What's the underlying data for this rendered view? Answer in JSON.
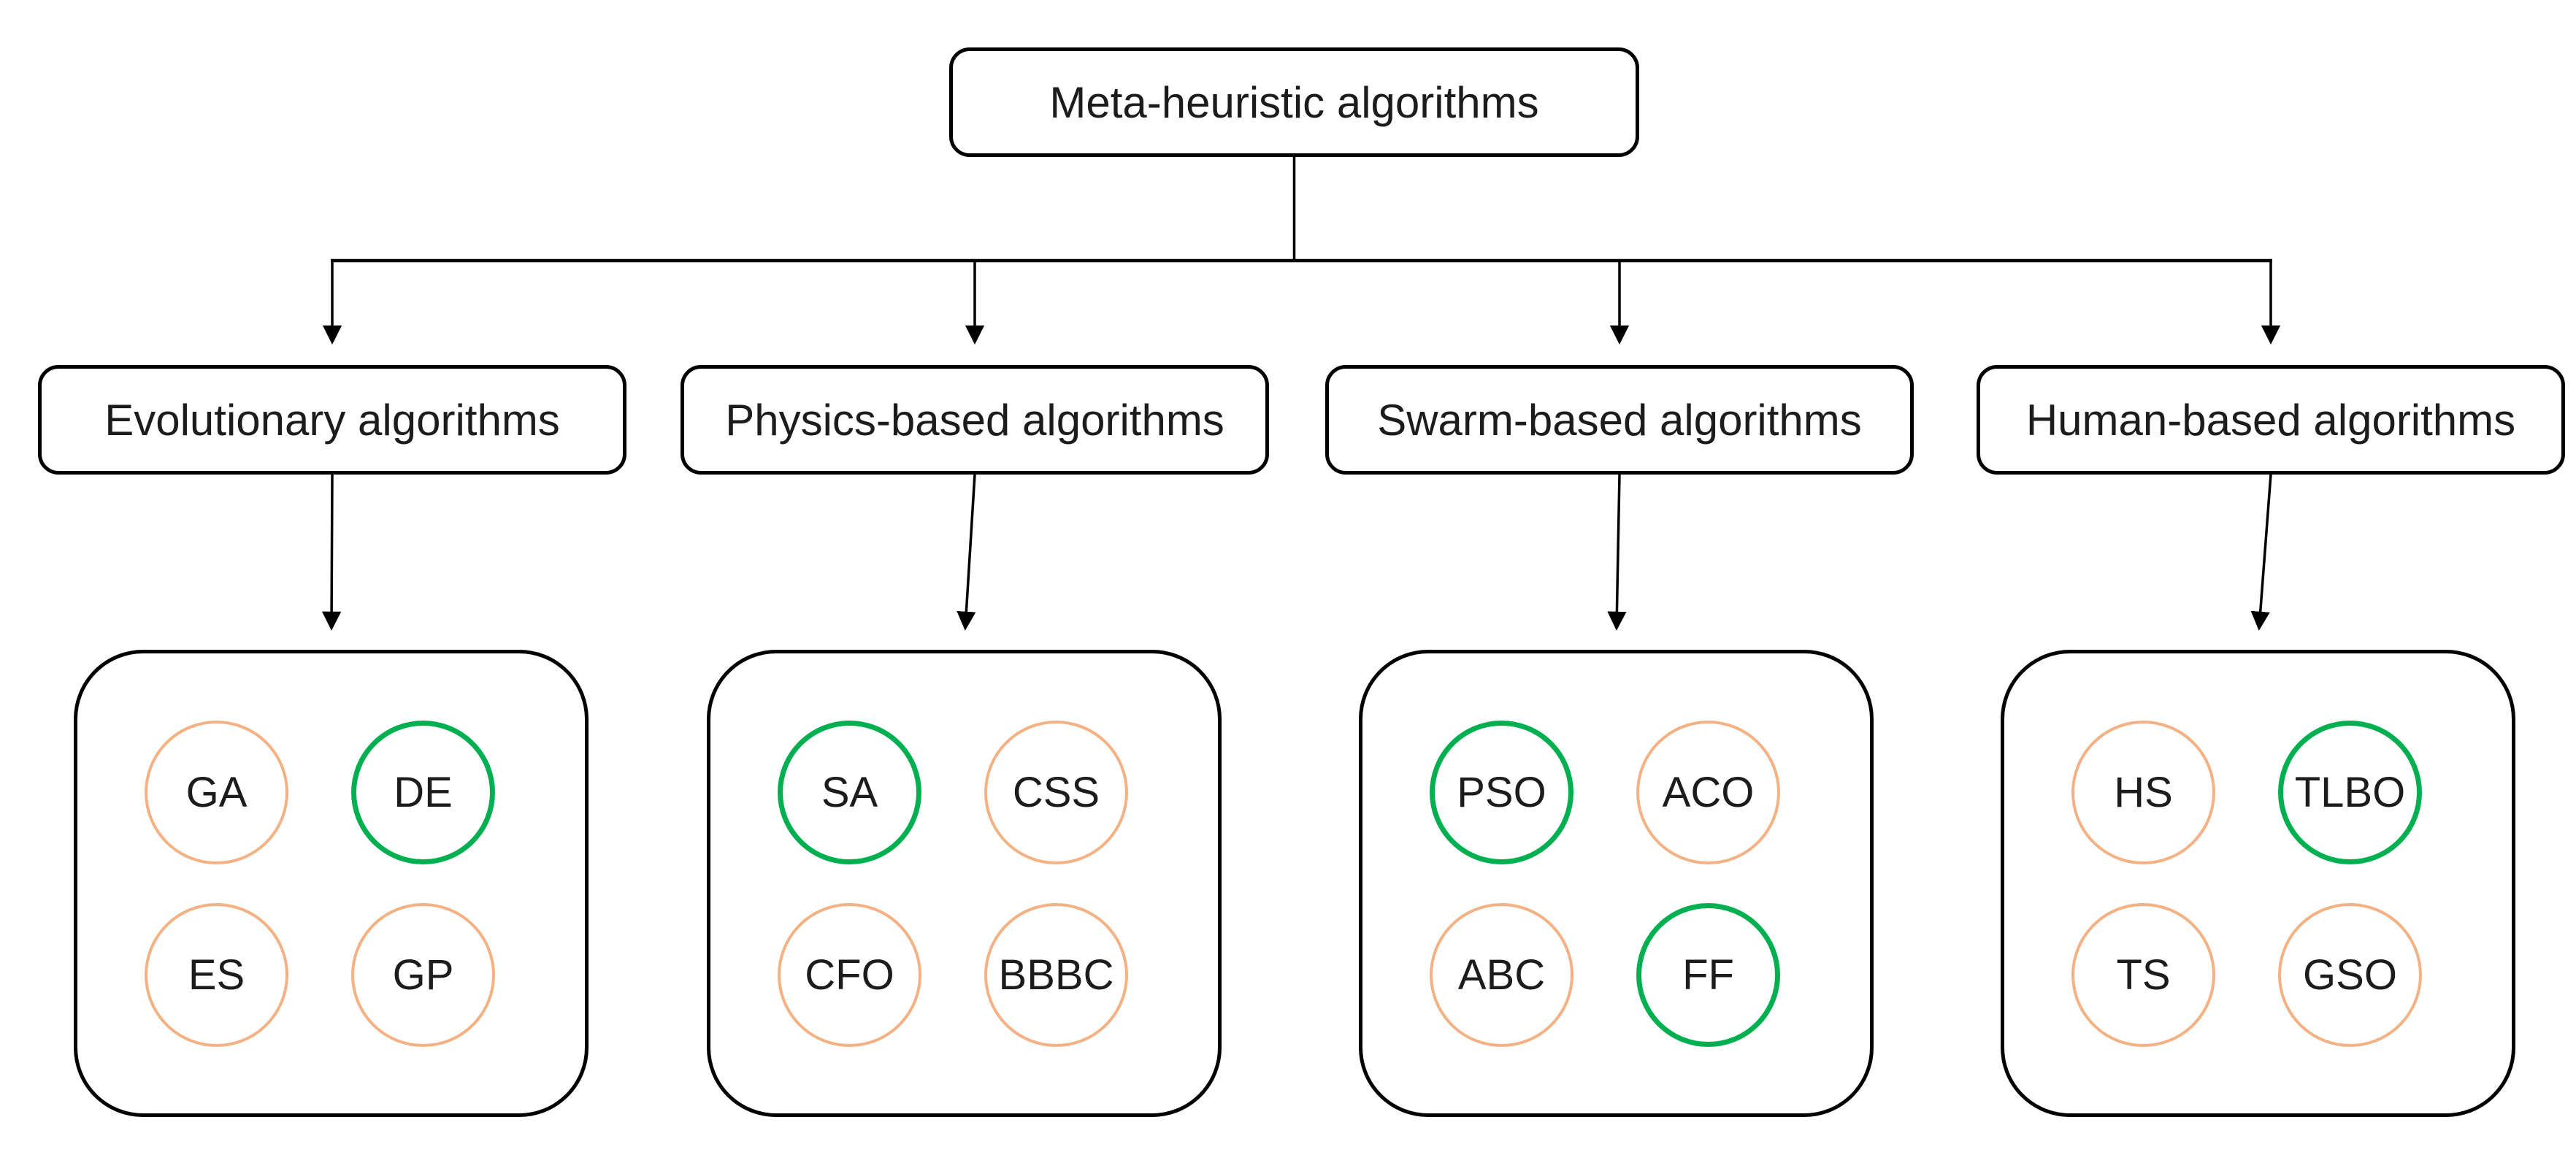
{
  "diagram": {
    "root": {
      "label": "Meta-heuristic algorithms"
    },
    "categories": [
      {
        "label": "Evolutionary algorithms",
        "items": [
          {
            "label": "GA",
            "highlight": false
          },
          {
            "label": "DE",
            "highlight": true
          },
          {
            "label": "ES",
            "highlight": false
          },
          {
            "label": "GP",
            "highlight": false
          }
        ]
      },
      {
        "label": "Physics-based algorithms",
        "items": [
          {
            "label": "SA",
            "highlight": true
          },
          {
            "label": "CSS",
            "highlight": false
          },
          {
            "label": "CFO",
            "highlight": false
          },
          {
            "label": "BBBC",
            "highlight": false
          }
        ]
      },
      {
        "label": "Swarm-based algorithms",
        "items": [
          {
            "label": "PSO",
            "highlight": true
          },
          {
            "label": "ACO",
            "highlight": false
          },
          {
            "label": "ABC",
            "highlight": false
          },
          {
            "label": "FF",
            "highlight": true
          }
        ]
      },
      {
        "label": "Human-based algorithms",
        "items": [
          {
            "label": "HS",
            "highlight": false
          },
          {
            "label": "TLBO",
            "highlight": true
          },
          {
            "label": "TS",
            "highlight": false
          },
          {
            "label": "GSO",
            "highlight": false
          }
        ]
      }
    ],
    "colors": {
      "highlight_circle": "#00B050",
      "default_circle": "#F4B183",
      "line": "#000000",
      "background": "#FFFFFF"
    }
  }
}
